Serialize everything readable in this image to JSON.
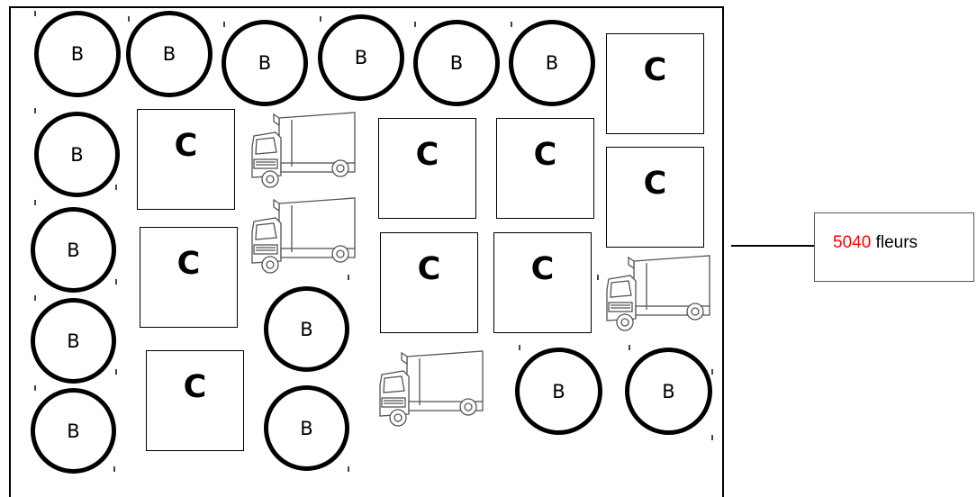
{
  "shapes": {
    "circle_label": "B",
    "square_label": "C"
  },
  "result": {
    "number": "5040",
    "unit": "fleurs",
    "number_color": "#ff0000"
  },
  "colors": {
    "stroke": "#000000",
    "background": "#ffffff",
    "truck_line": "#555555"
  },
  "icons": {
    "truck": "truck-icon"
  }
}
